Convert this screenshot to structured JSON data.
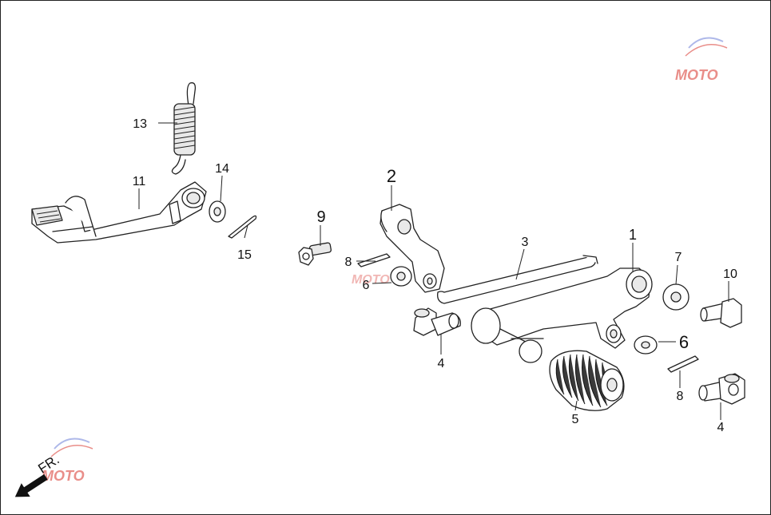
{
  "callouts": {
    "c1": "1",
    "c2": "2",
    "c3": "3",
    "c4a": "4",
    "c4b": "4",
    "c5": "5",
    "c6a": "6",
    "c6b": "6",
    "c7": "7",
    "c8a": "8",
    "c8b": "8",
    "c9": "9",
    "c10": "10",
    "c11": "11",
    "c13": "13",
    "c14": "14",
    "c15": "15"
  },
  "direction_label": "FR.",
  "watermark": {
    "text": "MOTO",
    "brand_color": "#d8322a"
  }
}
